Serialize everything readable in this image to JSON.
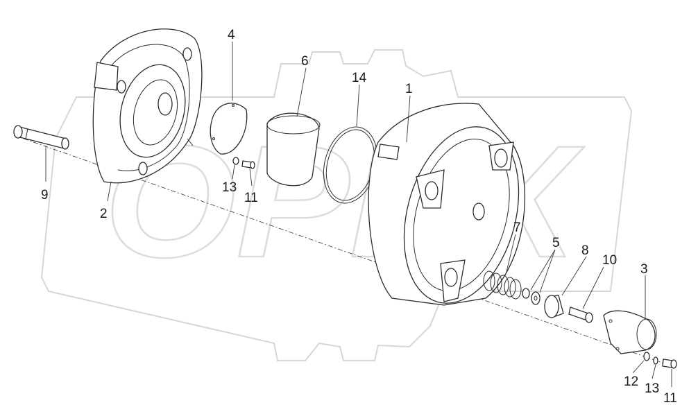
{
  "callouts": [
    {
      "id": "c1",
      "text": "1"
    },
    {
      "id": "c2",
      "text": "2"
    },
    {
      "id": "c3",
      "text": "3"
    },
    {
      "id": "c4",
      "text": "4"
    },
    {
      "id": "c5",
      "text": "5"
    },
    {
      "id": "c6",
      "text": "6"
    },
    {
      "id": "c7",
      "text": "7"
    },
    {
      "id": "c8",
      "text": "8"
    },
    {
      "id": "c9",
      "text": "9"
    },
    {
      "id": "c10",
      "text": "10"
    },
    {
      "id": "c11a",
      "text": "11"
    },
    {
      "id": "c11b",
      "text": "11"
    },
    {
      "id": "c12",
      "text": "12"
    },
    {
      "id": "c13a",
      "text": "13"
    },
    {
      "id": "c13b",
      "text": "13"
    },
    {
      "id": "c14",
      "text": "14"
    }
  ],
  "watermark": {
    "text": "OPEX"
  }
}
